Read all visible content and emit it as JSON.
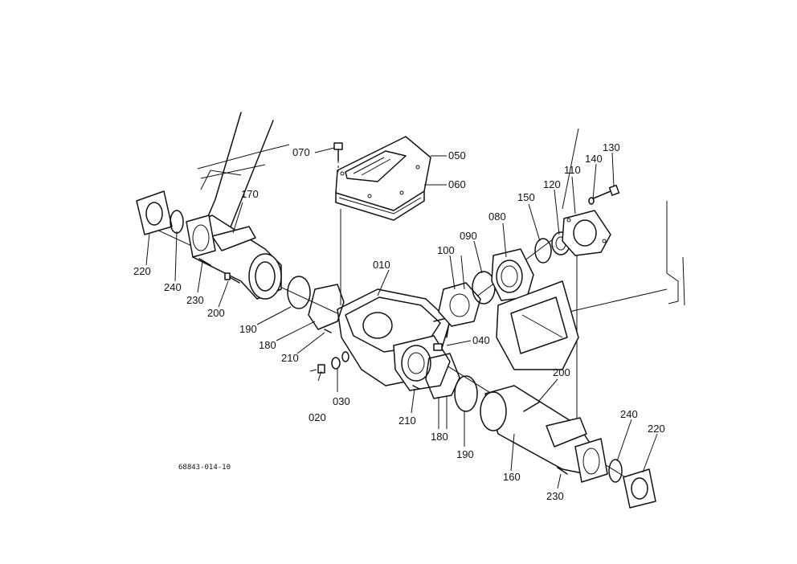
{
  "drawing_code": "68843-014-10",
  "labels": {
    "l010": "010",
    "l020": "020",
    "l030": "030",
    "l040": "040",
    "l050": "050",
    "l060": "060",
    "l070": "070",
    "l080": "080",
    "l090": "090",
    "l100": "100",
    "l110": "110",
    "l120": "120",
    "l130": "130",
    "l140": "140",
    "l150": "150",
    "l160": "160",
    "l170": "170",
    "l180a": "180",
    "l180b": "180",
    "l190a": "190",
    "l190b": "190",
    "l200a": "200",
    "l200b": "200",
    "l210a": "210",
    "l210b": "210",
    "l220a": "220",
    "l220b": "220",
    "l230a": "230",
    "l230b": "230",
    "l240a": "240",
    "l240b": "240"
  }
}
